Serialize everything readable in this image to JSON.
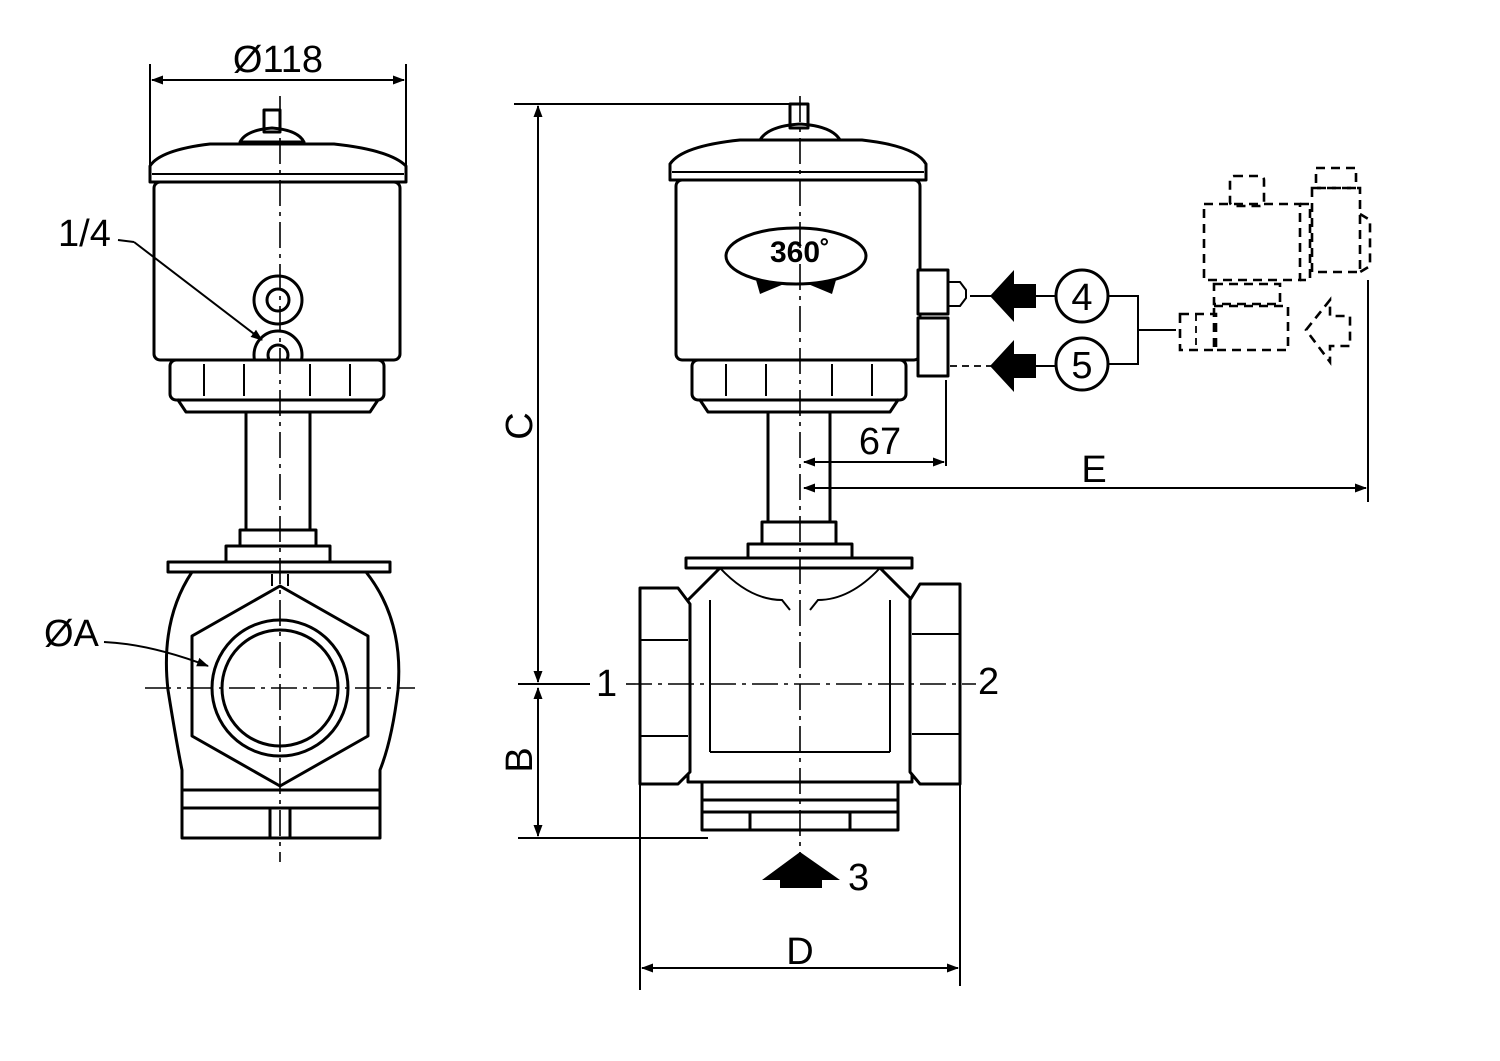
{
  "labels": {
    "top_diameter": "Ø118",
    "port_size": "1/4",
    "bore_diameter": "ØA",
    "rotation": "360˚",
    "dim_c": "C",
    "dim_b": "B",
    "dim_d": "D",
    "dim_e": "E",
    "dim_67": "67",
    "port_1": "1",
    "port_2": "2",
    "port_3": "3",
    "callout_4": "4",
    "callout_5": "5"
  }
}
